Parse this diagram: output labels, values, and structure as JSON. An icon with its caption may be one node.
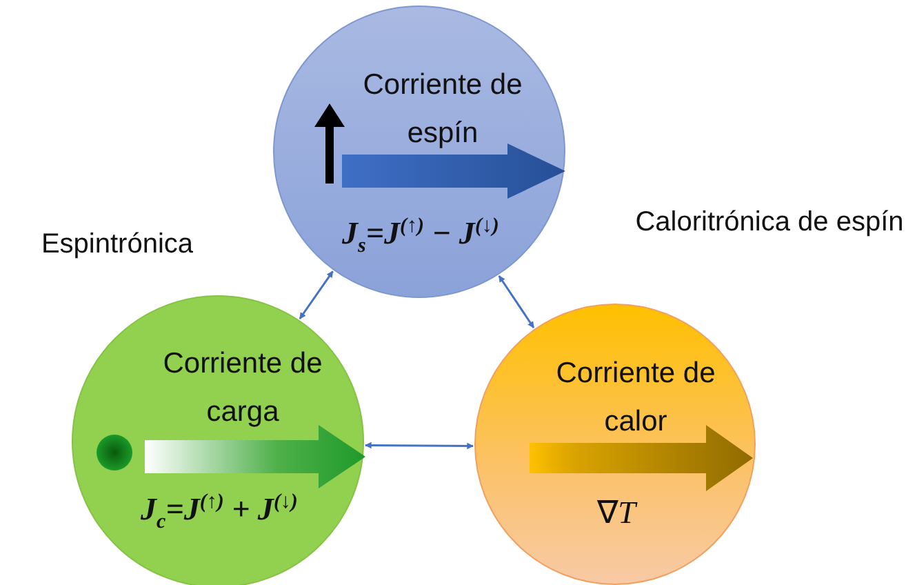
{
  "diagram": {
    "nodes": [
      {
        "text": [
          "Corriente de espín",
          "J$_{s}$=J$^{(↑)}$ − J$^{(↓)}$"
        ]
      },
      {
        "text": [
          "Corriente de carga",
          "J$_{c}$=J$^{(↑)}$ + J$^{(↓)}$"
        ]
      },
      {
        "text": [
          "Corriente de calor",
          "∇*T*"
        ]
      }
    ],
    "edges": [
      {
        "from": 0,
        "to": 1,
        "arrow": "both"
      },
      {
        "from": 0,
        "to": 2,
        "arrow": "both"
      },
      {
        "from": 1,
        "to": 2,
        "arrow": "both"
      }
    ],
    "labels": [
      "Espintrónica",
      "Caloritrónica de espín"
    ]
  }
}
